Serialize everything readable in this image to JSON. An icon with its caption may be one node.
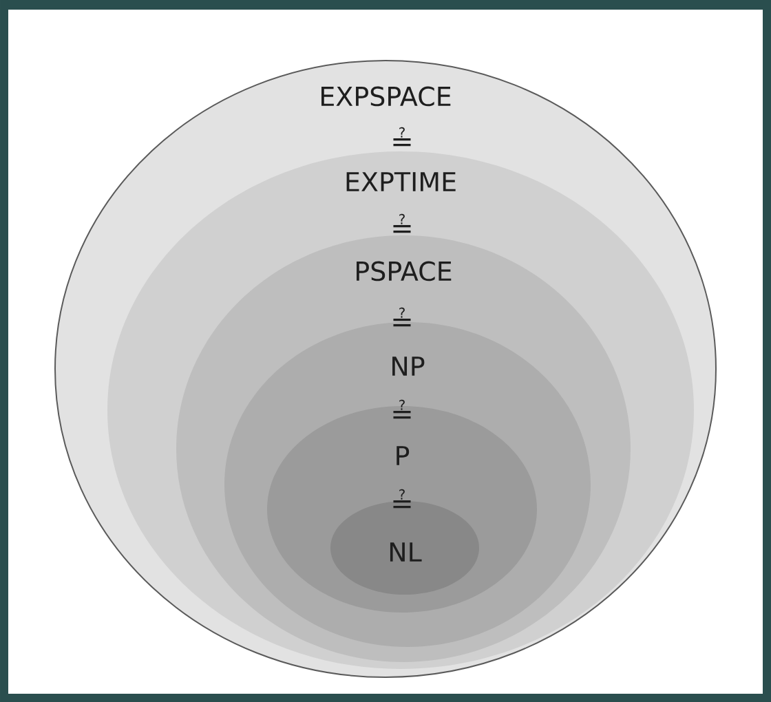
{
  "diagram": {
    "nodes": [
      {
        "text": [
          "EXPSPACE"
        ]
      },
      {
        "text": [
          "EXPTIME"
        ],
        "in": 0
      },
      {
        "text": [
          "PSPACE"
        ],
        "in": 1
      },
      {
        "text": [
          "NP"
        ],
        "in": 2
      },
      {
        "text": [
          "P"
        ],
        "in": 3
      },
      {
        "text": [
          "NL"
        ],
        "in": 4
      }
    ],
    "labels": [
      "≟",
      "≟",
      "≟",
      "≟",
      "≟"
    ]
  }
}
